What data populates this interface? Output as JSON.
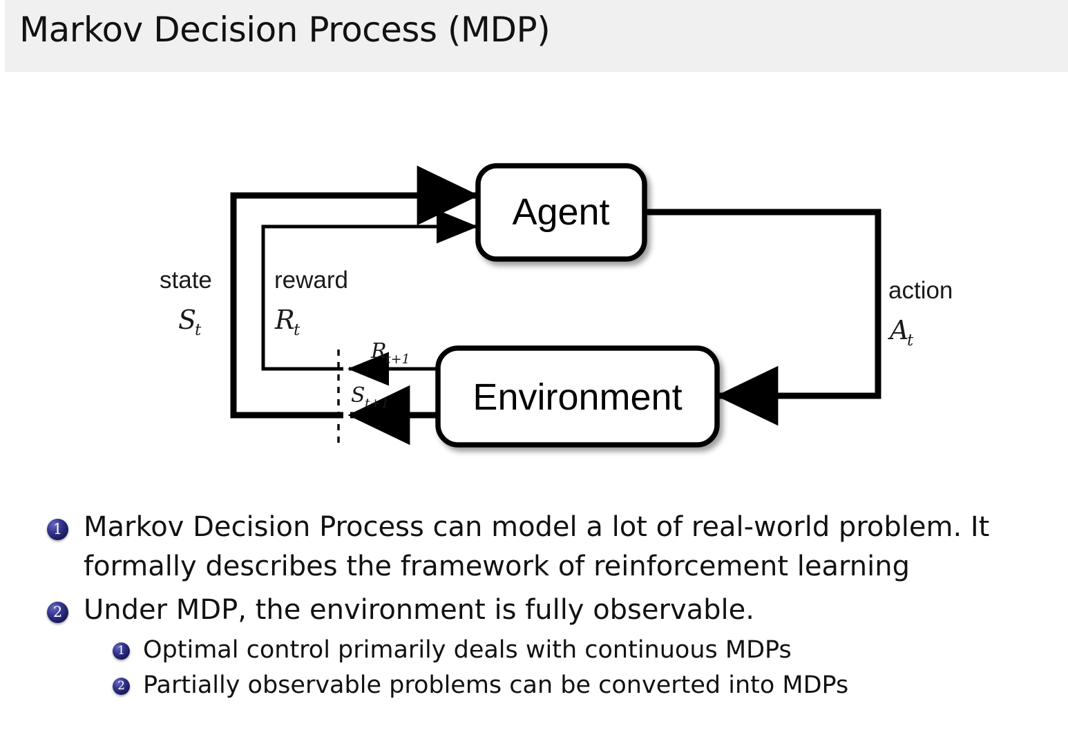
{
  "slide": {
    "title": "Markov Decision Process (MDP)",
    "header_bg": "#f0f0f0",
    "text_color": "#111111",
    "bullet_marker_color": "#1a1a5e"
  },
  "diagram": {
    "name": "agent-environment-interaction-loop",
    "nodes": [
      {
        "id": "agent",
        "label": "Agent"
      },
      {
        "id": "environment",
        "label": "Environment"
      }
    ],
    "edge_labels": {
      "state_word": "state",
      "state_symbol": "S",
      "state_subscript": "t",
      "reward_word": "reward",
      "reward_symbol": "R",
      "reward_subscript": "t",
      "action_word": "action",
      "action_symbol": "A",
      "action_subscript": "t",
      "next_reward_symbol": "R",
      "next_reward_subscript": "t+1",
      "next_state_symbol": "S",
      "next_state_subscript": "t+1"
    }
  },
  "bullets": [
    {
      "marker": "1",
      "line1": "Markov Decision Process can model a lot of real-world problem.  It",
      "line2": "formally describes the framework of reinforcement learning"
    },
    {
      "marker": "2",
      "line1": "Under MDP, the environment is fully observable.",
      "sub": [
        {
          "marker": "1",
          "text": "Optimal control primarily deals with continuous MDPs"
        },
        {
          "marker": "2",
          "text": "Partially observable problems can be converted into MDPs"
        }
      ]
    }
  ]
}
